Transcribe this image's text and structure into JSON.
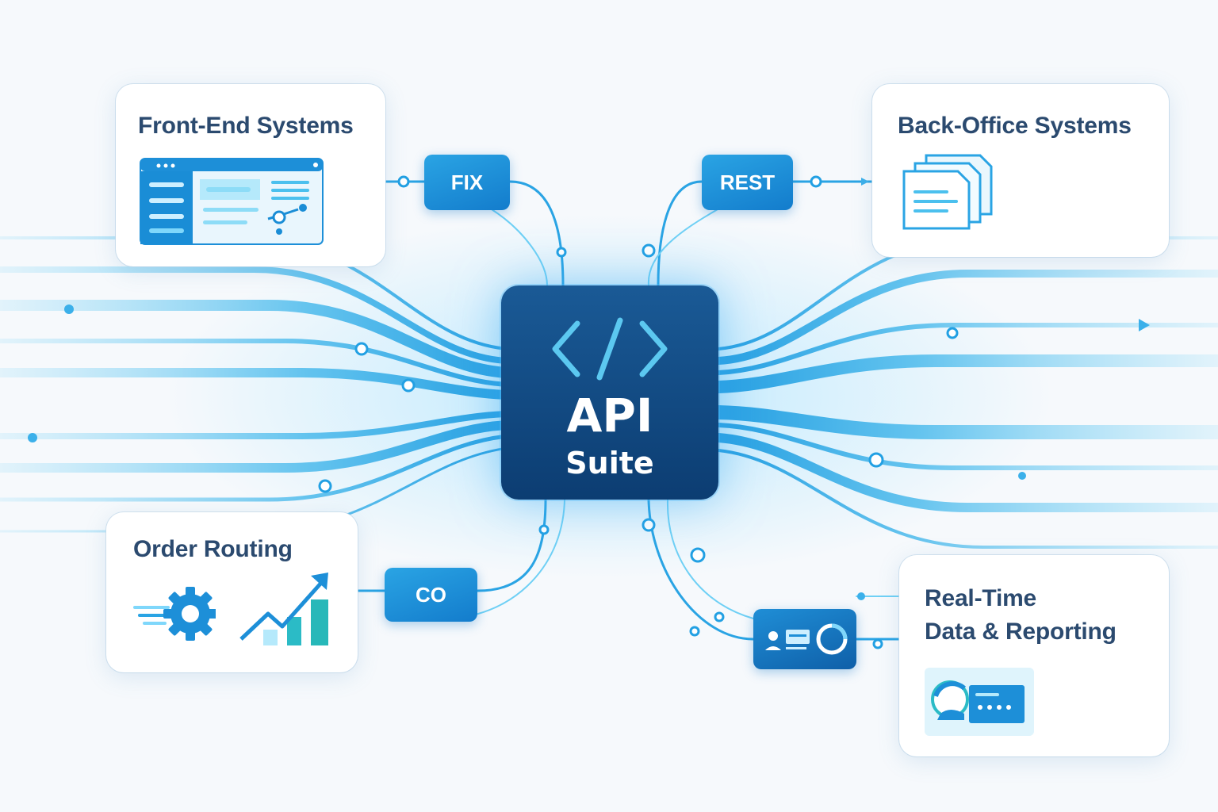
{
  "hub": {
    "title": "API",
    "subtitle": "Suite",
    "icon": "code-brackets-icon"
  },
  "cards": {
    "front_end": {
      "title": "Front-End Systems",
      "icon": "dashboard-window-icon"
    },
    "back_office": {
      "title": "Back-Office Systems",
      "icon": "stacked-documents-icon"
    },
    "order_routing": {
      "title": "Order Routing",
      "icons": [
        "gear-icon",
        "growth-chart-icon"
      ]
    },
    "reporting": {
      "title_line1": "Real-Time",
      "title_line2": "Data & Reporting",
      "icon": "analytics-panel-icon"
    }
  },
  "connectors": {
    "fix": "FIX",
    "rest": "REST",
    "co": "CO",
    "reporting_chip_icon": "report-dashboard-icon"
  },
  "colors": {
    "hub": "#0f4780",
    "accent": "#1a8fd8",
    "light_accent": "#5cc8f0",
    "title_text": "#2b4a6f"
  }
}
